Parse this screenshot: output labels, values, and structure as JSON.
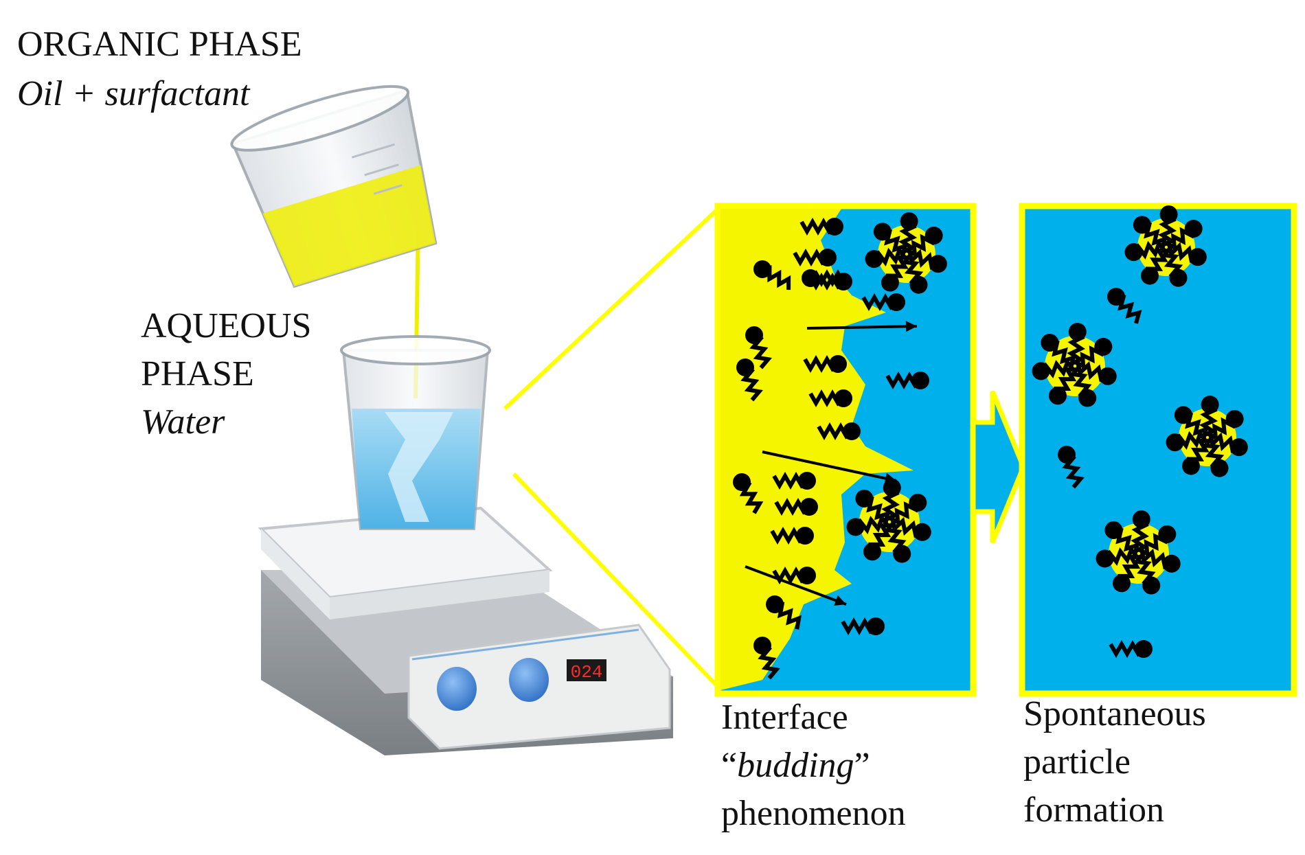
{
  "organic_phase": {
    "title": "ORGANIC PHASE",
    "subtitle": "Oil + surfactant"
  },
  "aqueous_phase": {
    "title_line1": "AQUEOUS",
    "title_line2": "PHASE",
    "subtitle": "Water"
  },
  "stirrer": {
    "display": "024"
  },
  "panel_budding": {
    "caption_line1": "Interface",
    "caption_open_quote": "“",
    "caption_italic": "budding",
    "caption_close_quote": "”",
    "caption_line3": "phenomenon"
  },
  "panel_formation": {
    "caption_line1": "Spontaneous",
    "caption_line2": "particle",
    "caption_line3": "formation"
  },
  "colors": {
    "oil": "#f5f500",
    "water": "#00b0ea",
    "surfactant": "#000000",
    "frame": "#ffff00",
    "beaker_water": "#5fc0ec",
    "knob": "#4a8fe0"
  }
}
